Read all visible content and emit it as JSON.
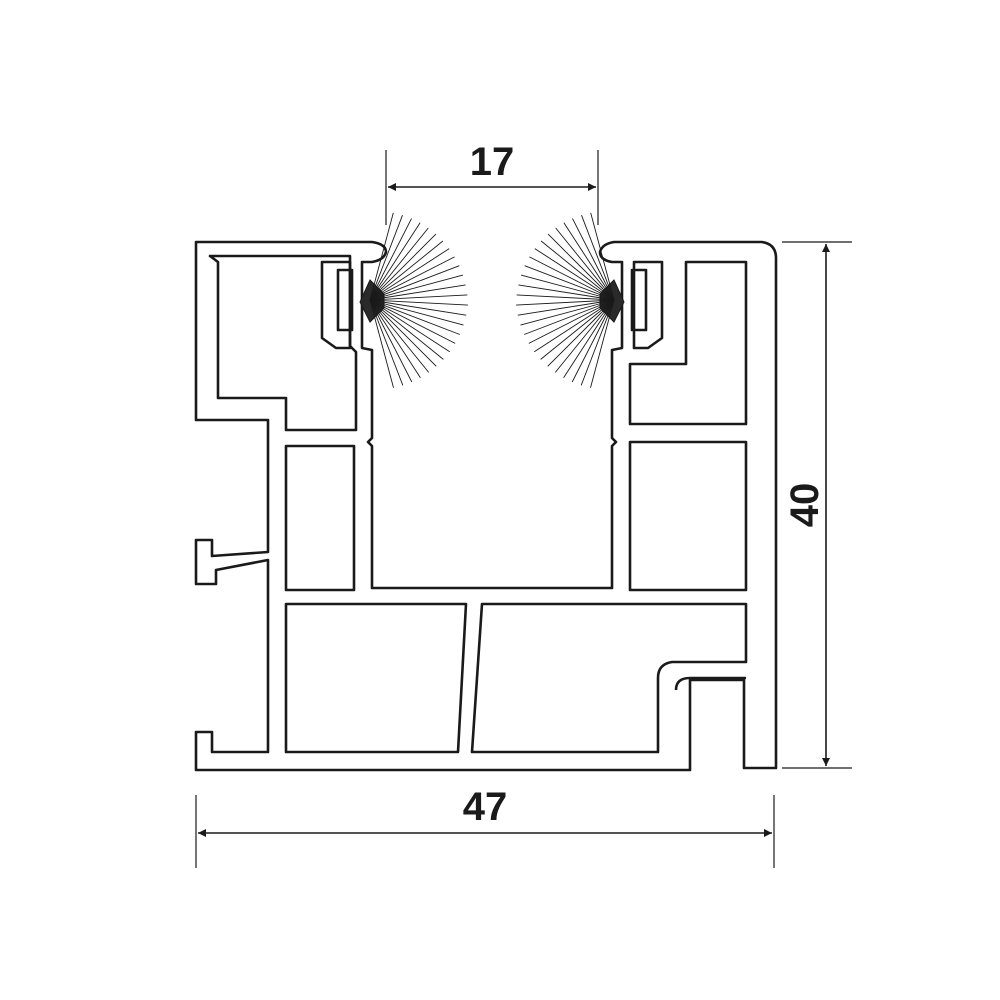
{
  "dimensions": {
    "gap": "17",
    "height": "40",
    "width": "47"
  }
}
